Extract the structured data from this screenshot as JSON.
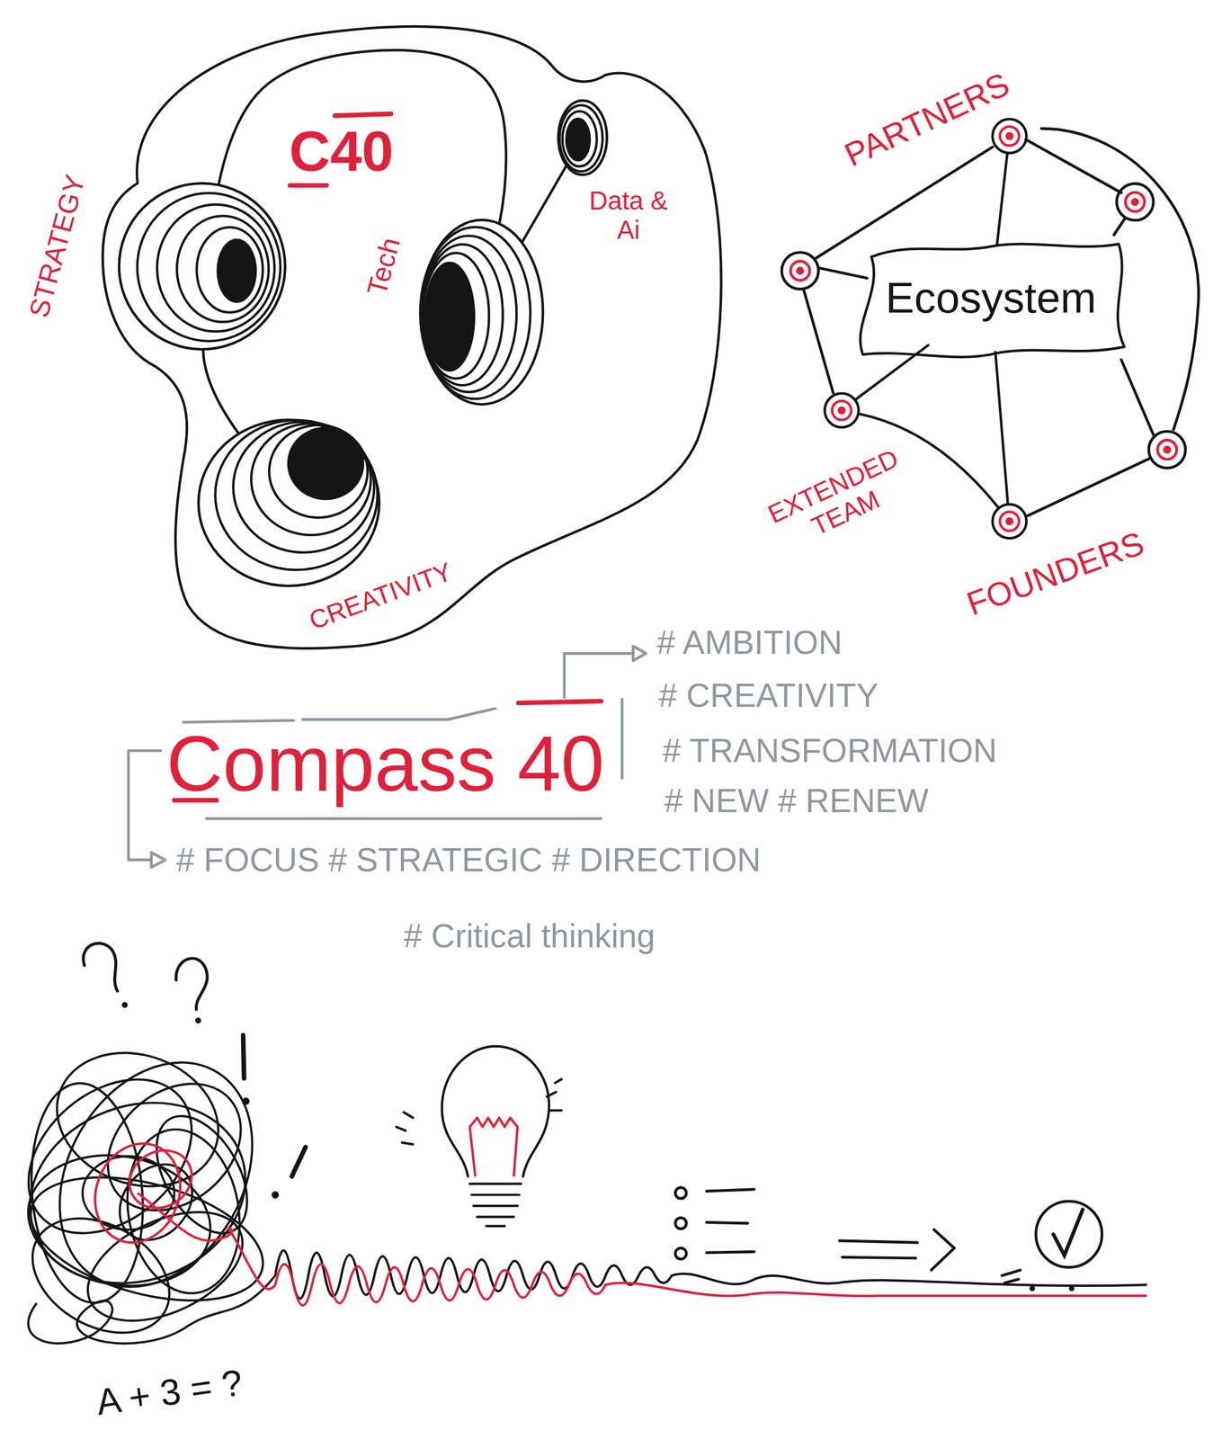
{
  "diagram": {
    "nodes": [
      {
        "text": [
          "C40"
        ]
      },
      {
        "text": [
          "STRATEGY"
        ],
        "in": 0
      },
      {
        "text": [
          "Data & Ai"
        ],
        "in": 0
      },
      {
        "text": [
          "Tech"
        ],
        "in": 0
      },
      {
        "text": [
          "CREATIVITY"
        ],
        "in": 0
      },
      {
        "text": [
          "PARTNERS"
        ]
      },
      {
        "text": [
          "Ecosystem"
        ]
      },
      {
        "text": [
          "EXTENDED TEAM"
        ]
      },
      {
        "text": [
          "FOUNDERS"
        ]
      }
    ],
    "edges": [
      {
        "from": 1,
        "to": 3,
        "arrow": "none"
      },
      {
        "from": 2,
        "to": 3,
        "arrow": "none"
      },
      {
        "from": 1,
        "to": 4,
        "arrow": "none"
      },
      {
        "from": 5,
        "to": 6,
        "arrow": "none"
      },
      {
        "from": 6,
        "to": 7,
        "arrow": "none"
      },
      {
        "from": 6,
        "to": 8,
        "arrow": "none"
      },
      {
        "from": 7,
        "to": 8,
        "arrow": "none"
      }
    ],
    "labels": [
      "Compass 40",
      "# AMBITION",
      "# CREATIVITY",
      "# TRANSFORMATION",
      "# NEW # RENEW",
      "# FOCUS # STRATEGIC # DIRECTION",
      "# Critical thinking",
      "A + 3 = ?"
    ]
  }
}
